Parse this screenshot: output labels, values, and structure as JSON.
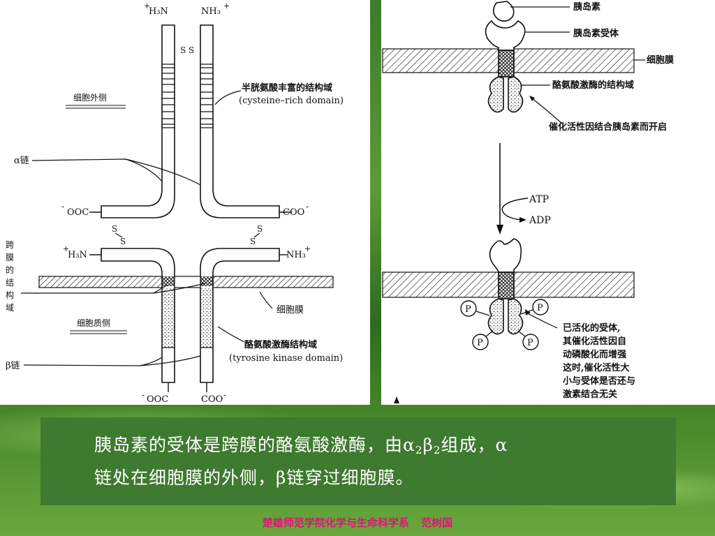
{
  "left_diagram": {
    "n_terminus_top_left": "H₃N",
    "n_terminus_top_right": "NH₃",
    "plus": "+",
    "disulfide": "S S",
    "s": "S",
    "extracellular": "细胞外侧",
    "cysteine_label_cn": "半胱氨酸丰富的结构域",
    "cysteine_label_en": "(cysteine–rich  domain)",
    "alpha_chain": "α链",
    "ooc_left": "OOC",
    "coo_right": "COO",
    "minus": "-",
    "h3n_mid": "H₃N",
    "nh3_mid": "NH₃",
    "transmembrane_chars": [
      "跨",
      "膜",
      "的",
      "结",
      "构",
      "域"
    ],
    "membrane": "细胞膜",
    "cytoplasm": "细胞质侧",
    "tyrosine_label_cn": "酪氨酸激酶结构域",
    "tyrosine_label_en": "(tyrosine  kinase  domain)",
    "beta_chain": "β链",
    "ooc_bottom": "OOC",
    "coo_bottom": "COO"
  },
  "right_diagram": {
    "insulin": "胰岛素",
    "insulin_receptor": "胰岛素受体",
    "cell_membrane": "细胞膜",
    "tyrosine_domain": "酪氨酸激酶的结构域",
    "catalytic_open": "催化活性因结合胰岛素而开启",
    "atp": "ATP",
    "adp": "ADP",
    "p": "P",
    "activated_lines": [
      "已活化的受体,",
      "其催化活性因自",
      "动磷酸化而增强",
      "这时,催化活性大",
      "小与受体是否还与",
      "激素结合无关"
    ]
  },
  "caption": {
    "part1": "胰岛素的受体是跨膜的酪氨酸激酶，由α",
    "sub1": "2",
    "part2": "β",
    "sub2": "2",
    "part3": "组成，α",
    "line2": "链处在细胞膜的外侧，β链穿过细胞膜。"
  },
  "footer": {
    "institution": "楚雄师范学院化学与生命科学系",
    "author": "范树国"
  }
}
